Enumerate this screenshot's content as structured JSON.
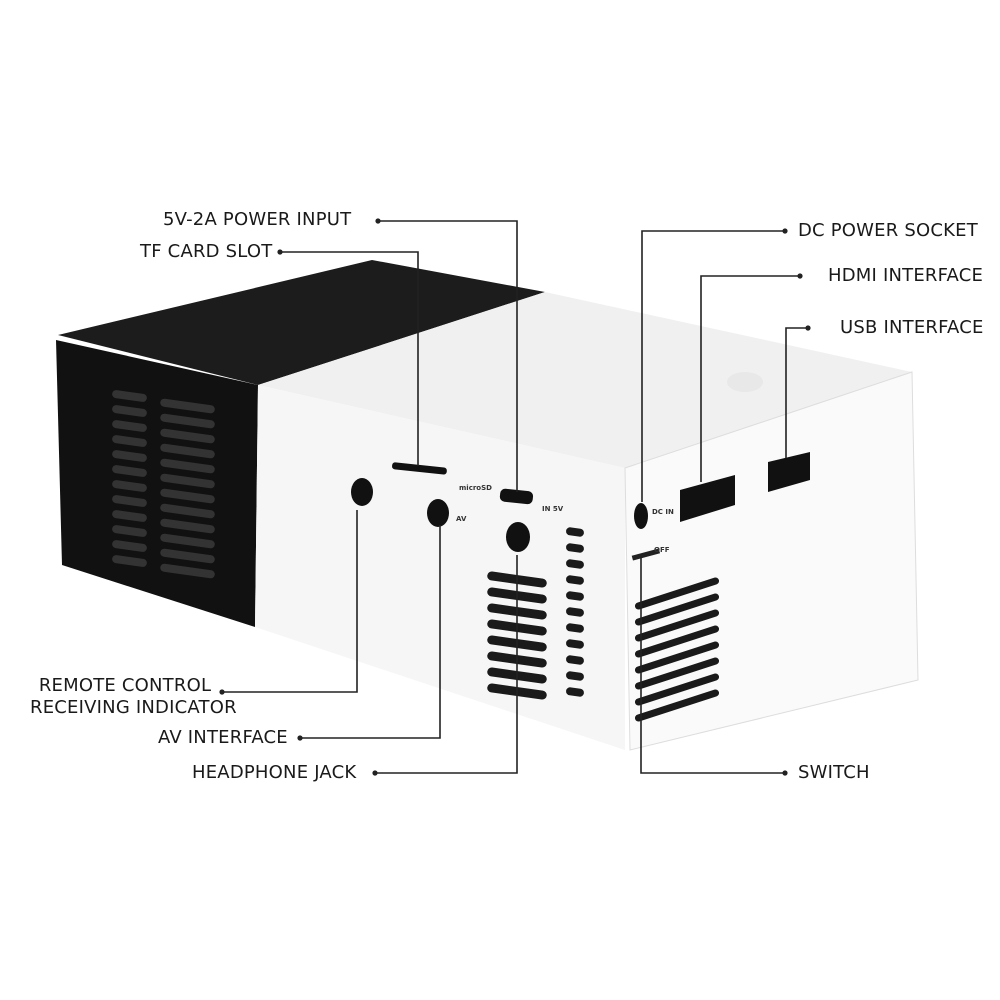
{
  "callouts": {
    "power_input": "5V-2A POWER INPUT",
    "tf_card_slot": "TF CARD SLOT",
    "remote_line1": "REMOTE CONTROL",
    "remote_line2": "RECEIVING INDICATOR",
    "av_interface": "AV INTERFACE",
    "headphone_jack": "HEADPHONE JACK",
    "dc_power_socket": "DC POWER SOCKET",
    "hdmi_interface": "HDMI INTERFACE",
    "usb_interface": "USB INTERFACE",
    "switch": "SWITCH"
  },
  "device_markings": {
    "microsd": "microSD",
    "av": "AV",
    "in5v": "IN 5V",
    "dcin": "DC IN",
    "off": "OFF"
  },
  "colors": {
    "body_black": "#151515",
    "body_white": "#f4f4f4",
    "line": "#222222"
  }
}
